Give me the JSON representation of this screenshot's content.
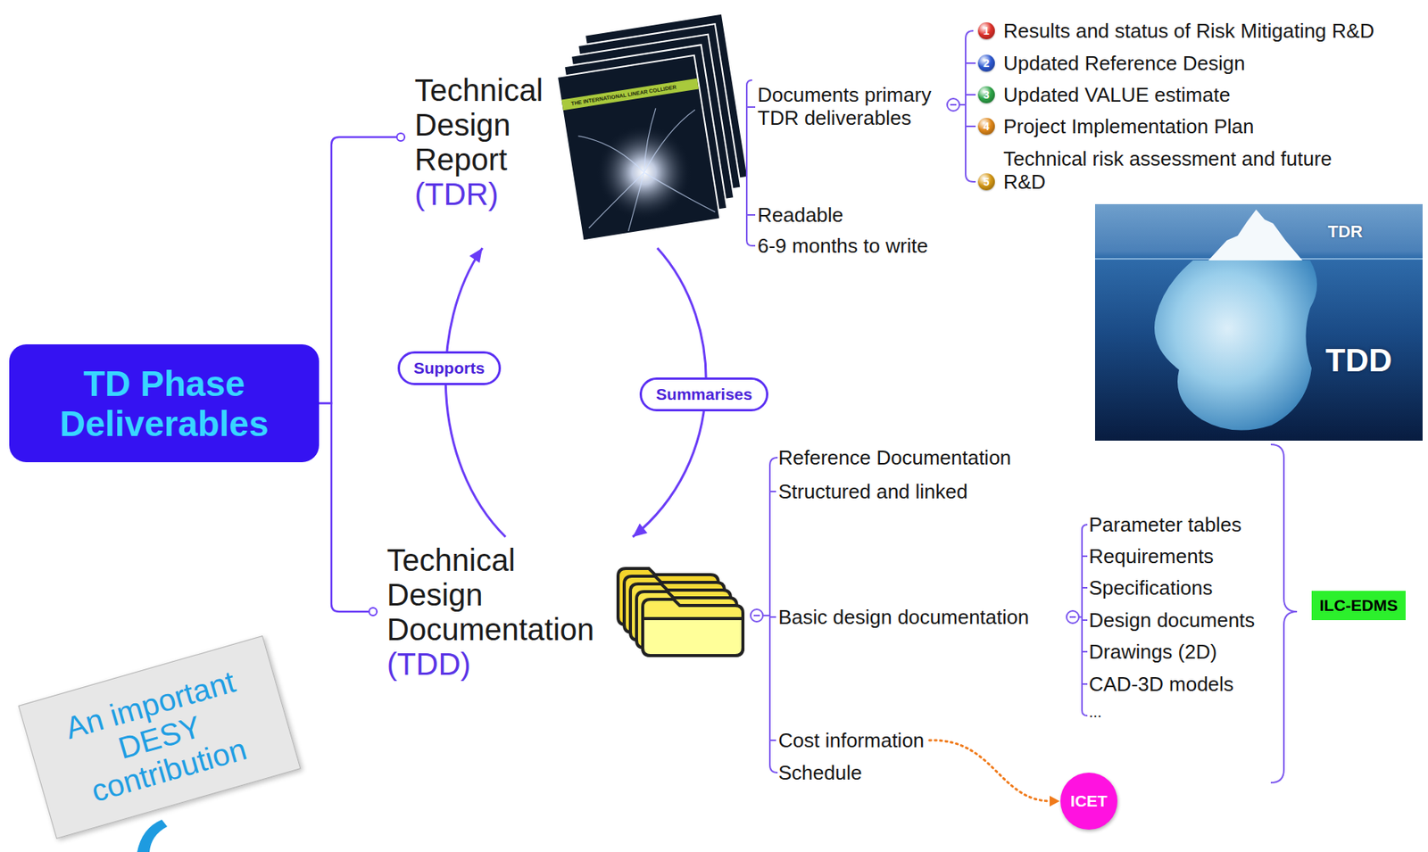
{
  "diagram": {
    "nodes": [
      {
        "text": [
          "TD Phase Deliverables"
        ]
      },
      {
        "text": [
          "Technical Design Report",
          "(TDR)"
        ]
      },
      {
        "text": [
          "Technical Design Documentation",
          "(TDD)"
        ]
      },
      {
        "text": [
          "ILC-EDMS"
        ]
      },
      {
        "text": [
          "ICET"
        ]
      },
      {
        "text": [
          "An important DESY contribution"
        ]
      }
    ],
    "edges": [
      {
        "from": 0,
        "to": 1,
        "arrow": "none"
      },
      {
        "from": 0,
        "to": 2,
        "arrow": "none"
      },
      {
        "from": 2,
        "to": 1,
        "label": "Supports",
        "arrow": "to"
      },
      {
        "from": 1,
        "to": 2,
        "label": "Summarises",
        "arrow": "to"
      }
    ],
    "labels": [
      "THE INTERNATIONAL LINEAR COLLIDER",
      "Documents primary TDR deliverables",
      "1",
      "Results and status of Risk Mitigating R&D",
      "2",
      "Updated Reference Design",
      "3",
      "Updated VALUE estimate",
      "4",
      "Project Implementation Plan",
      "5",
      "Technical risk assessment and future R&D",
      "Readable",
      "6-9 months to write",
      "TDR",
      "TDD",
      "Reference Documentation",
      "Structured and linked",
      "Basic design documentation",
      "Parameter tables",
      "Requirements",
      "Specifications",
      "Design documents",
      "Drawings (2D)",
      "CAD-3D models",
      "...",
      "Cost information",
      "Schedule"
    ]
  }
}
